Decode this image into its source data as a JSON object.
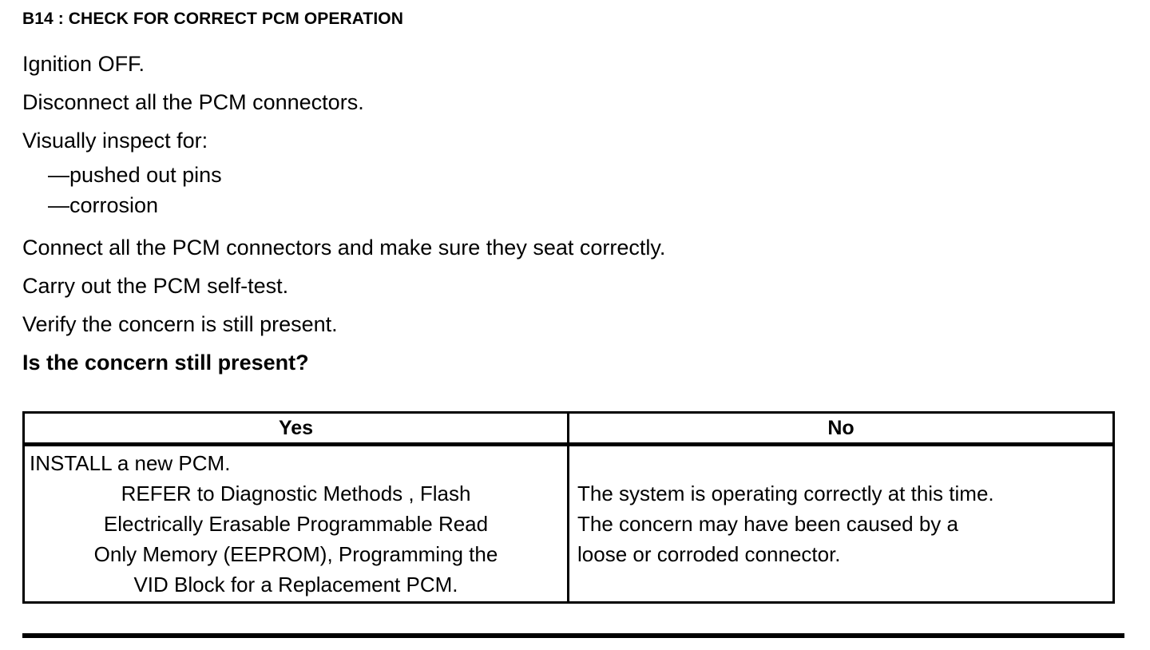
{
  "document": {
    "step_title": "B14 : CHECK FOR CORRECT PCM OPERATION",
    "instructions": [
      "Ignition OFF.",
      "Disconnect all the PCM connectors.",
      "Visually inspect for:"
    ],
    "inspect_items": [
      "—pushed out pins",
      "—corrosion"
    ],
    "instructions_after": [
      "Connect all the PCM connectors and make sure they seat correctly.",
      "Carry out the PCM self-test.",
      "Verify the concern is still present."
    ],
    "question": "Is the concern still present?"
  },
  "decision_table": {
    "headers": [
      "Yes",
      "No"
    ],
    "yes_cell": {
      "lead_line": "INSTALL a new PCM.",
      "centered_lines": [
        "REFER to Diagnostic Methods , Flash",
        "Electrically Erasable Programmable Read",
        "Only Memory (EEPROM), Programming the",
        "VID Block for a Replacement PCM."
      ]
    },
    "no_cell": {
      "lines": [
        "The system is operating correctly at this time.",
        "The concern may have been caused by a",
        "loose or corroded connector."
      ]
    }
  },
  "colors": {
    "ink": "#000000",
    "paper": "#ffffff"
  }
}
